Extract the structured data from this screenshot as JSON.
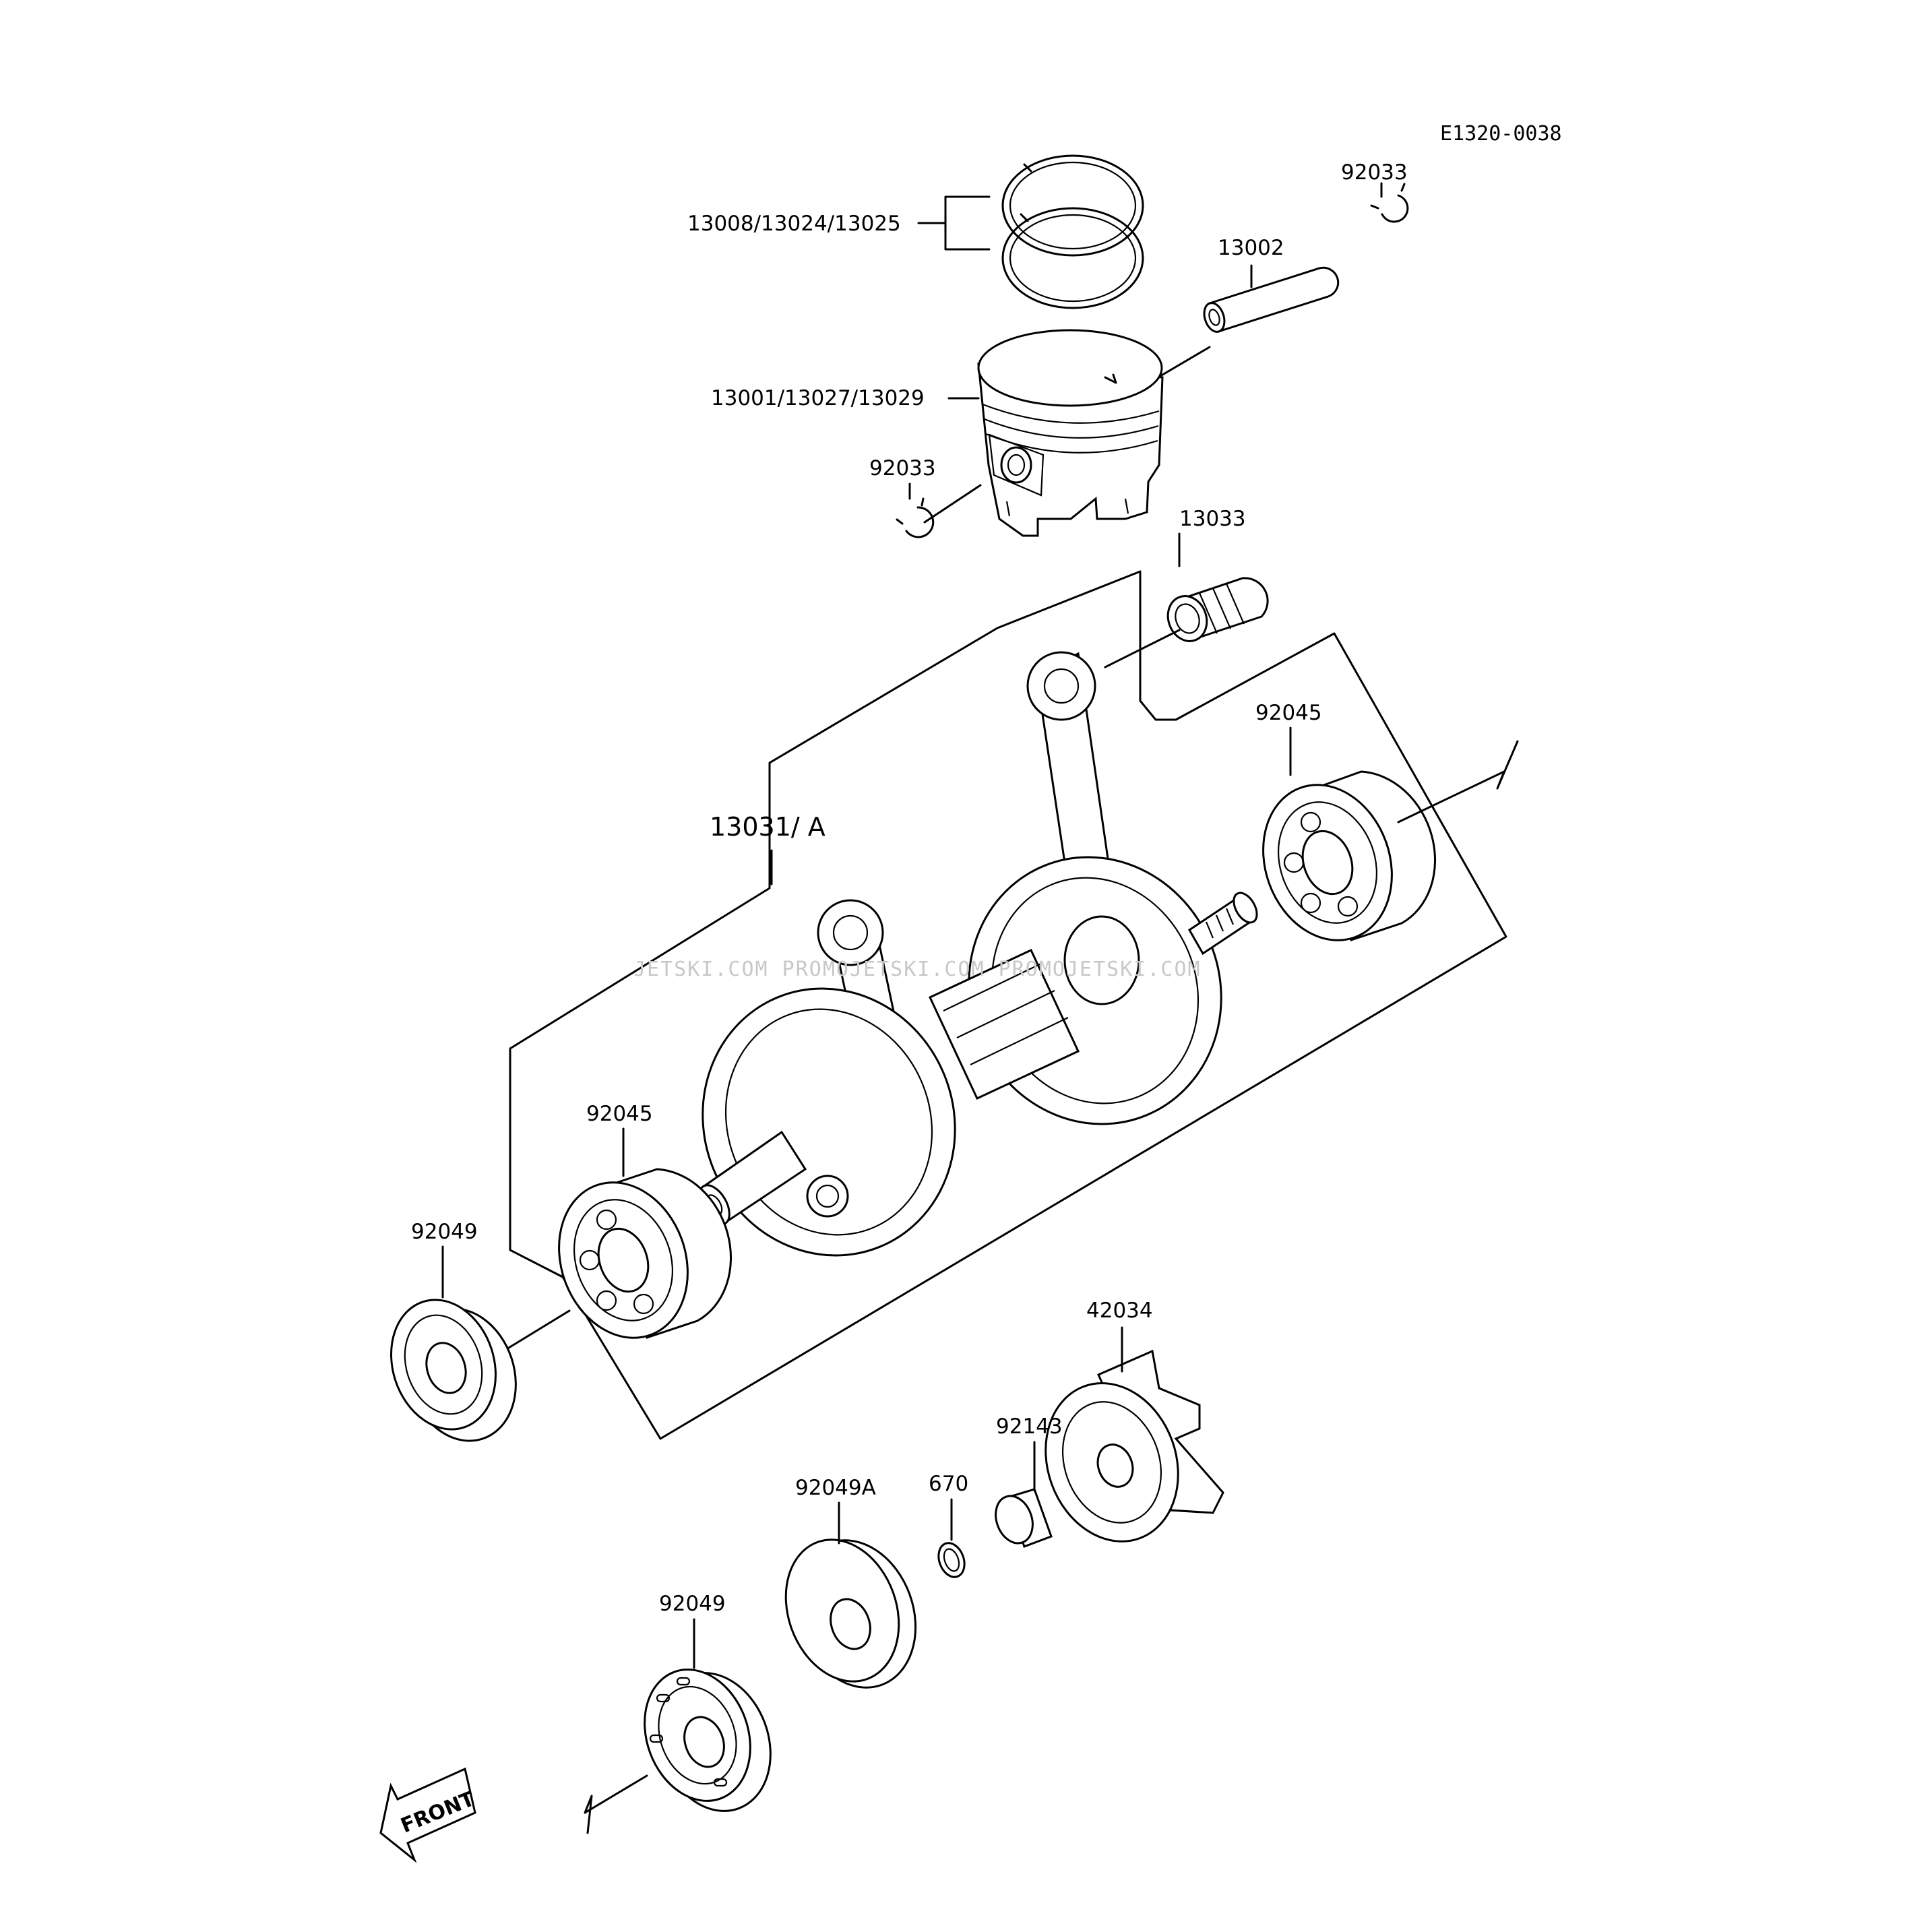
{
  "diagram_code": "E1320-0038",
  "watermark": "JETSKI.COM  PROMOJETSKI.COM  PROMOJETSKI.COM",
  "front_label": "FRONT",
  "labels": {
    "piston_rings": "13008/13024/13025",
    "clip_top": "92033",
    "piston_pin": "13002",
    "piston": "13001/13027/13029",
    "clip_left": "92033",
    "needle_bearing": "13033",
    "bearing_right": "92045",
    "crankshaft": "13031/ A",
    "bearing_left": "92045",
    "oil_seal_left": "92049",
    "coupling": "42034",
    "collar": "92143",
    "o_ring": "670",
    "oil_seal_a": "92049A",
    "oil_seal_bottom": "92049"
  }
}
